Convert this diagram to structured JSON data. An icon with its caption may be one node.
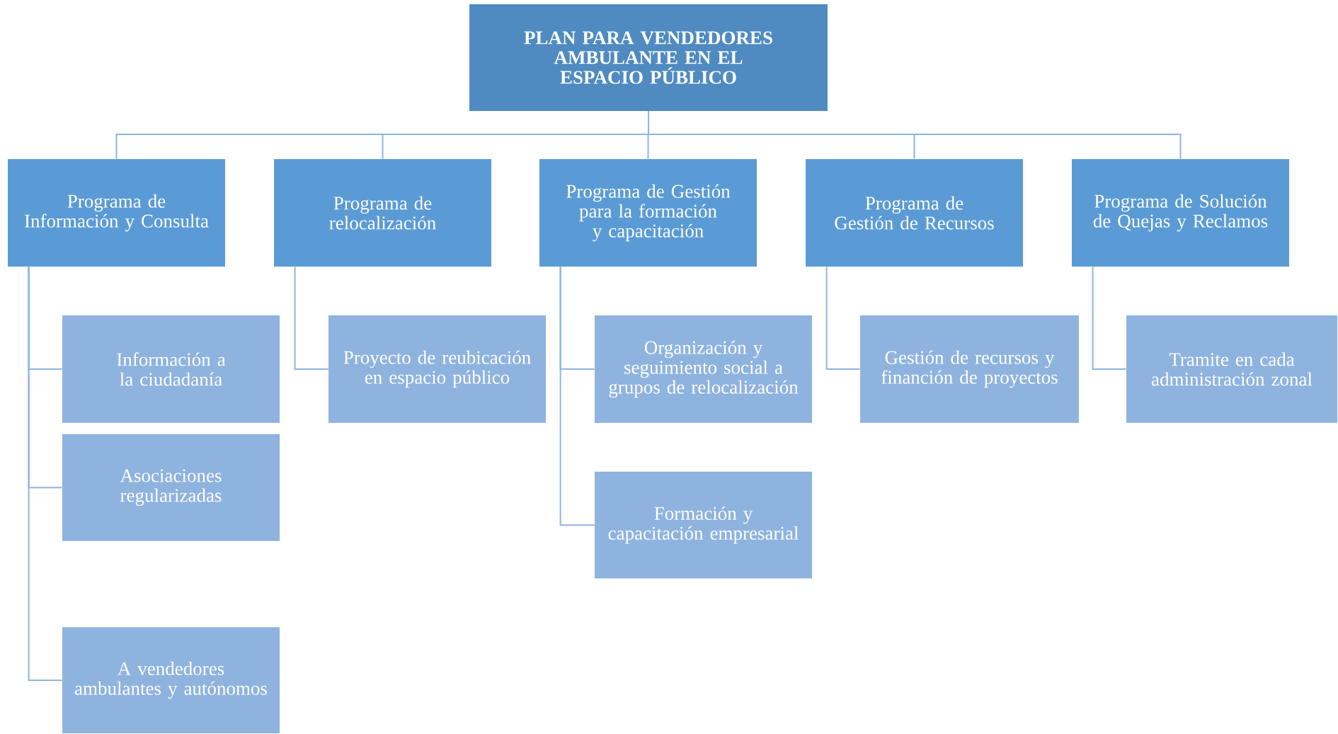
{
  "diagram": {
    "nodes": [
      {
        "text": [
          "PLAN PARA VENDEDORES AMBULANTE EN EL ESPACIO PÚBLICO"
        ]
      },
      {
        "text": [
          "Programa de Información y Consulta"
        ]
      },
      {
        "text": [
          "Programa de relocalización"
        ]
      },
      {
        "text": [
          "Programa de Gestión para la formación y capacitación"
        ]
      },
      {
        "text": [
          "Programa de Gestión de Recursos"
        ]
      },
      {
        "text": [
          "Programa de Solución de Quejas y Reclamos"
        ]
      },
      {
        "text": [
          "Información a la ciudadanía"
        ]
      },
      {
        "text": [
          "Asociaciones regularizadas"
        ]
      },
      {
        "text": [
          "A vendedores ambulantes y autónomos"
        ]
      },
      {
        "text": [
          "Proyecto de reubicación en espacio público"
        ]
      },
      {
        "text": [
          "Organización y seguimiento social a grupos de relocalización"
        ]
      },
      {
        "text": [
          "Formación y capacitación empresarial"
        ]
      },
      {
        "text": [
          "Gestión de recursos y financión de proyectos"
        ]
      },
      {
        "text": [
          "Tramite en cada administración zonal"
        ]
      }
    ],
    "edges": [
      {
        "from": 0,
        "to": 1,
        "arrow": "none"
      },
      {
        "from": 0,
        "to": 2,
        "arrow": "none"
      },
      {
        "from": 0,
        "to": 3,
        "arrow": "none"
      },
      {
        "from": 0,
        "to": 4,
        "arrow": "none"
      },
      {
        "from": 0,
        "to": 5,
        "arrow": "none"
      },
      {
        "from": 1,
        "to": 6,
        "arrow": "none"
      },
      {
        "from": 1,
        "to": 7,
        "arrow": "none"
      },
      {
        "from": 1,
        "to": 8,
        "arrow": "none"
      },
      {
        "from": 2,
        "to": 9,
        "arrow": "none"
      },
      {
        "from": 3,
        "to": 10,
        "arrow": "none"
      },
      {
        "from": 3,
        "to": 11,
        "arrow": "none"
      },
      {
        "from": 4,
        "to": 12,
        "arrow": "none"
      },
      {
        "from": 5,
        "to": 13,
        "arrow": "none"
      }
    ]
  }
}
